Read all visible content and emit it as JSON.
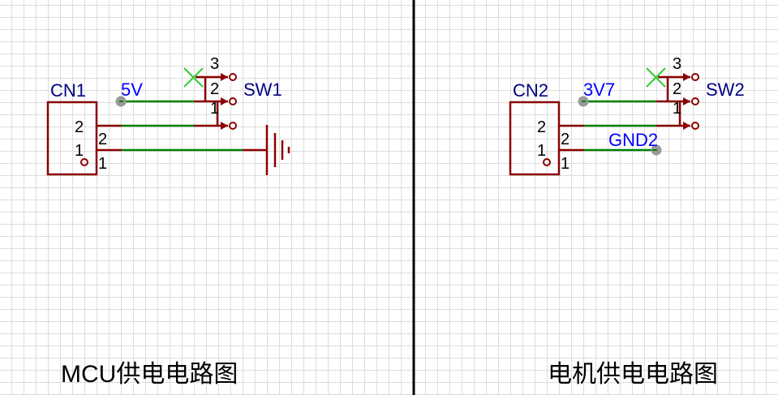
{
  "colors": {
    "component": "#8b0000",
    "wire": "#008000",
    "net_label": "#0000ff",
    "designator": "#000080",
    "no_connect": "#33cc33",
    "net_dot": "#999999",
    "divider": "#000000"
  },
  "sections": [
    {
      "caption": "MCU供电电路图",
      "connector": {
        "designator": "CN1",
        "pins_inner": [
          "2",
          "1"
        ],
        "pins_outer": [
          "2",
          "1"
        ]
      },
      "switch": {
        "designator": "SW1",
        "pins": [
          "3",
          "2",
          "1"
        ]
      },
      "net_power": "5V",
      "ground": {
        "type": "ground-symbol",
        "label": ""
      }
    },
    {
      "caption": "电机供电电路图",
      "connector": {
        "designator": "CN2",
        "pins_inner": [
          "2",
          "1"
        ],
        "pins_outer": [
          "2",
          "1"
        ]
      },
      "switch": {
        "designator": "SW2",
        "pins": [
          "3",
          "2",
          "1"
        ]
      },
      "net_power": "3V7",
      "ground": {
        "type": "net-label",
        "label": "GND2"
      }
    }
  ]
}
